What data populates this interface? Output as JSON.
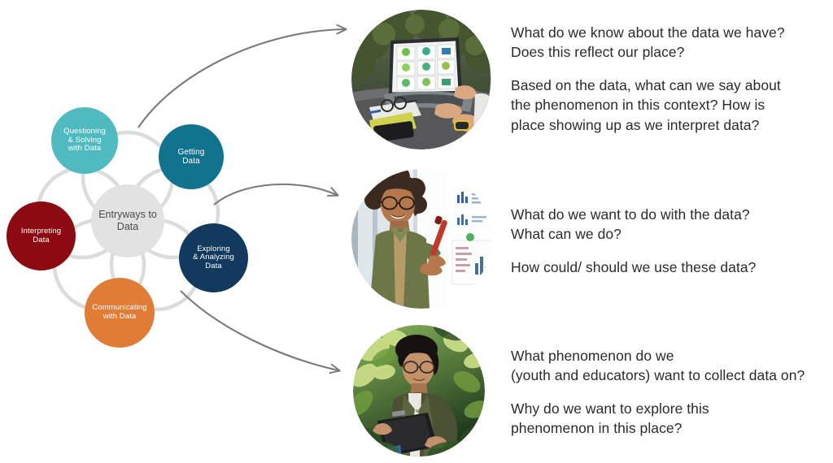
{
  "diagram": {
    "title": "Entryways to Data",
    "center": {
      "label_line1": "Entryways",
      "label_line2": "to Data",
      "color": "#e2e2e2",
      "text_color": "#4a4a4a"
    },
    "petal_outline_color": "#dcdcdc",
    "bubbles": [
      {
        "name": "questioning-solving-with-data",
        "lines": [
          "Questioning",
          "& Solving",
          "with Data"
        ],
        "color": "#4fbac0"
      },
      {
        "name": "getting-data",
        "lines": [
          "Getting",
          "Data"
        ],
        "color": "#12738e"
      },
      {
        "name": "exploring-analyzing-data",
        "lines": [
          "Exploring",
          "& Analyzing",
          "Data"
        ],
        "color": "#123a5e"
      },
      {
        "name": "communicating-with-data",
        "lines": [
          "Communicating",
          "with Data"
        ],
        "color": "#e07c36"
      },
      {
        "name": "interpreting-data",
        "lines": [
          "Interpreting",
          "Data"
        ],
        "color": "#8c0b12"
      }
    ],
    "arrow_color": "#7a7a7a"
  },
  "rows": [
    {
      "photo": {
        "name": "photo-laptop-data-dashboard",
        "alt": "Person working on a laptop outdoors showing data charts on screen"
      },
      "questions": [
        [
          "What do we know about the data we have?",
          "Does this reflect our place?"
        ],
        [
          "Based on the data, what can we say about",
          "the phenomenon in this context? How is",
          "place showing up as we interpret data?"
        ]
      ]
    },
    {
      "photo": {
        "name": "photo-presenter-whiteboard",
        "alt": "Smiling person pointing with a red marker at charts on a whiteboard"
      },
      "questions": [
        [
          "What do we want to do with the data?",
          "What can we do?"
        ],
        [
          "How could/ should we use these data?"
        ]
      ]
    },
    {
      "photo": {
        "name": "photo-field-researcher-clipboard",
        "alt": "Person with glasses holding a clipboard outdoors surrounded by green foliage"
      },
      "questions": [
        [
          "What phenomenon do we",
          "(youth and educators) want to collect data on?"
        ],
        [
          "Why do we want to explore this",
          "phenomenon in this place?"
        ]
      ]
    }
  ]
}
